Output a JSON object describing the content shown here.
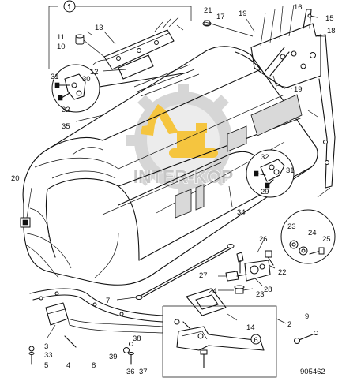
{
  "watermark": {
    "text": "INTER-KOP",
    "gear_color": "#c9c9c9",
    "machine_color": "#f2b200"
  },
  "drawing_number": "905462",
  "callouts": {
    "c1": "1",
    "c2": "2",
    "c3": "3",
    "c4": "4",
    "c5": "5",
    "c6": "6",
    "c7": "7",
    "c8": "8",
    "c9": "9",
    "c10": "10",
    "c11": "11",
    "c12": "12",
    "c13": "13",
    "c14": "14",
    "c15": "15",
    "c16": "16",
    "c17": "17",
    "c18": "18",
    "c19a": "19",
    "c19b": "19",
    "c20": "20",
    "c21": "21",
    "c22": "22",
    "c23a": "23",
    "c23b": "23",
    "c24a": "24",
    "c24b": "24",
    "c25": "25",
    "c26": "26",
    "c27": "27",
    "c28": "28",
    "c29": "29",
    "c30": "30",
    "c31a": "31",
    "c31b": "31",
    "c32a": "32",
    "c32b": "32",
    "c33": "33",
    "c34": "34",
    "c35": "35",
    "c36": "36",
    "c37": "37",
    "c38": "38",
    "c39": "39"
  }
}
